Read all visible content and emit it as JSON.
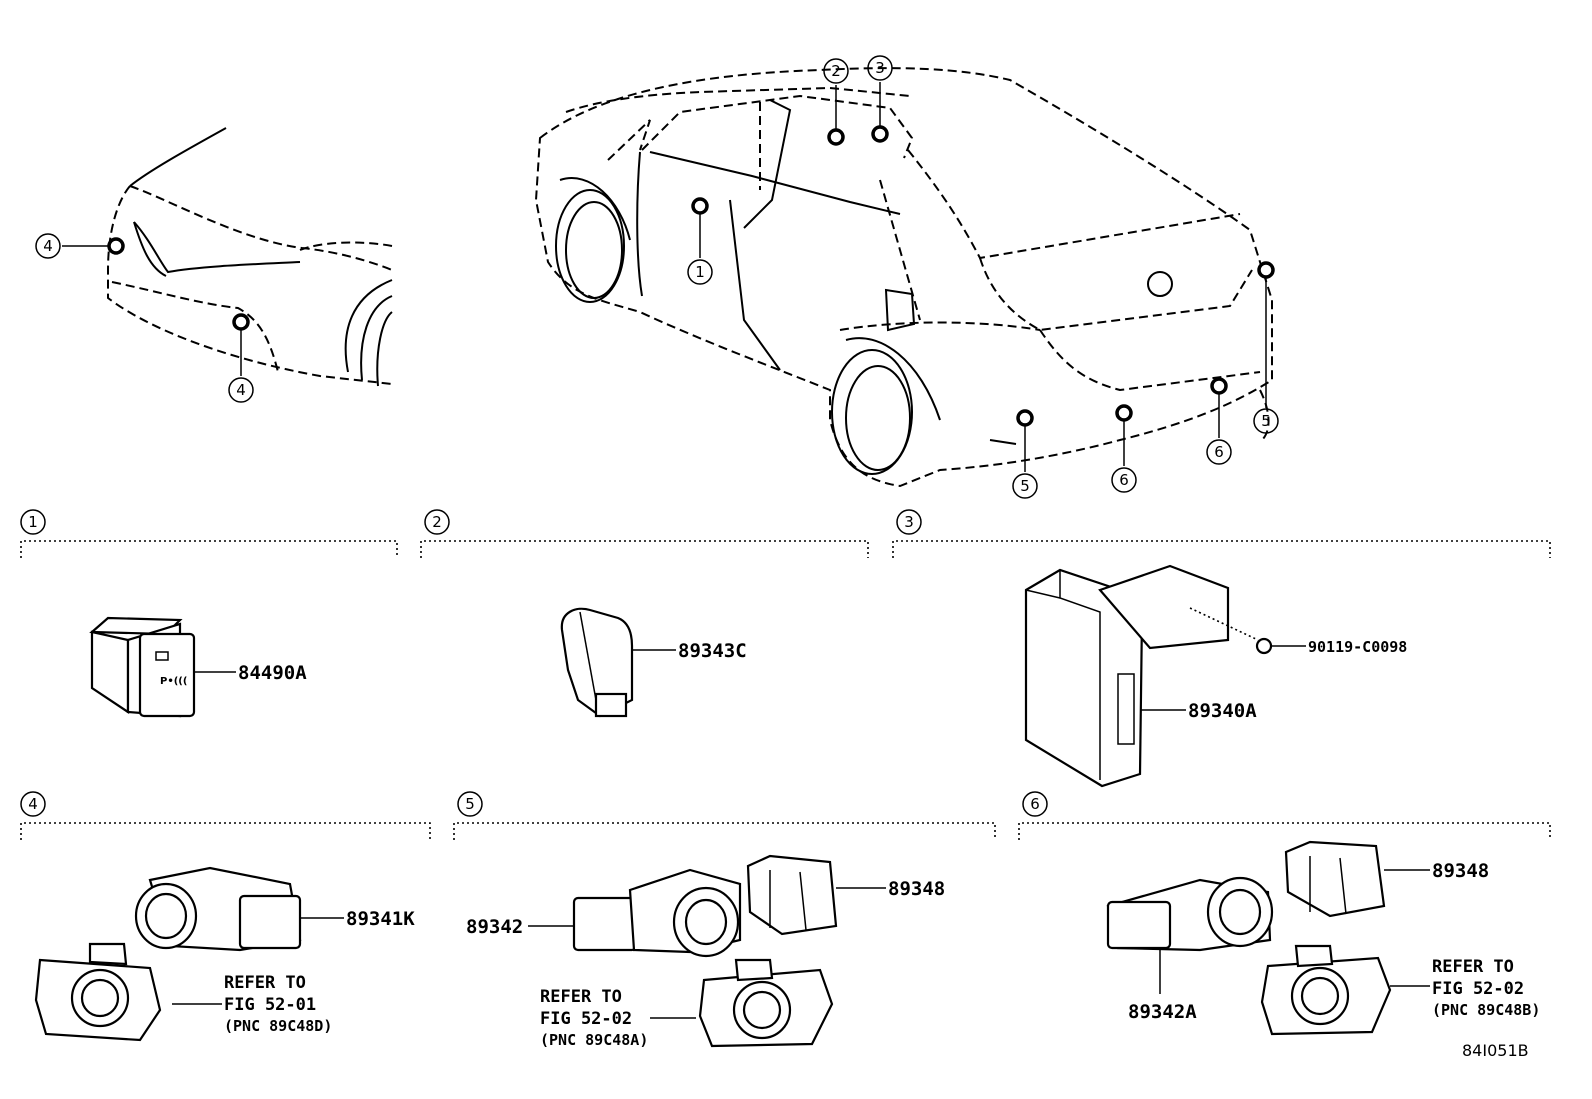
{
  "callouts": {
    "c1": "1",
    "c2": "2",
    "c3": "3",
    "c4": "4",
    "c5": "5",
    "c6": "6"
  },
  "sections": [
    {
      "num": "1",
      "parts": [
        "84490A"
      ]
    },
    {
      "num": "2",
      "parts": [
        "89343C"
      ]
    },
    {
      "num": "3",
      "parts": [
        "90119-C0098",
        "89340A"
      ]
    },
    {
      "num": "4",
      "parts": [
        "89341K"
      ],
      "refer": [
        "REFER TO",
        "FIG 52-01",
        "(PNC 89C48D)"
      ]
    },
    {
      "num": "5",
      "parts": [
        "89348",
        "89342"
      ],
      "refer": [
        "REFER TO",
        "FIG 52-02",
        "(PNC 89C48A)"
      ]
    },
    {
      "num": "6",
      "parts": [
        "89348",
        "89342A"
      ],
      "refer": [
        "REFER TO",
        "FIG 52-02",
        "(PNC 89C48B)"
      ]
    }
  ],
  "switch_text": "P•(((",
  "diagram_code": "84I051B"
}
